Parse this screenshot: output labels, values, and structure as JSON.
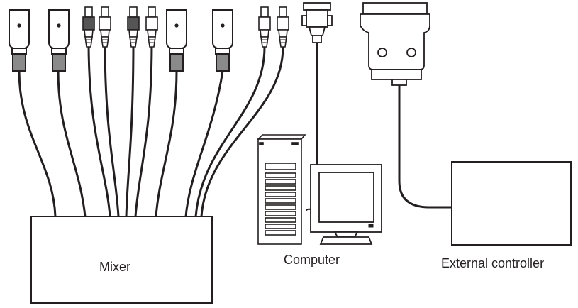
{
  "labels": {
    "mixer": "Mixer",
    "computer": "Computer",
    "controller": "External controller"
  },
  "icons": [
    "xlr-connector-icon",
    "rca-plug-icon",
    "dsub-connector-icon",
    "tower-pc-icon",
    "monitor-icon"
  ],
  "colors": {
    "line": "#231f20",
    "background": "#ffffff",
    "gray": "#8a8a8a",
    "dark_rca": "#555555"
  }
}
